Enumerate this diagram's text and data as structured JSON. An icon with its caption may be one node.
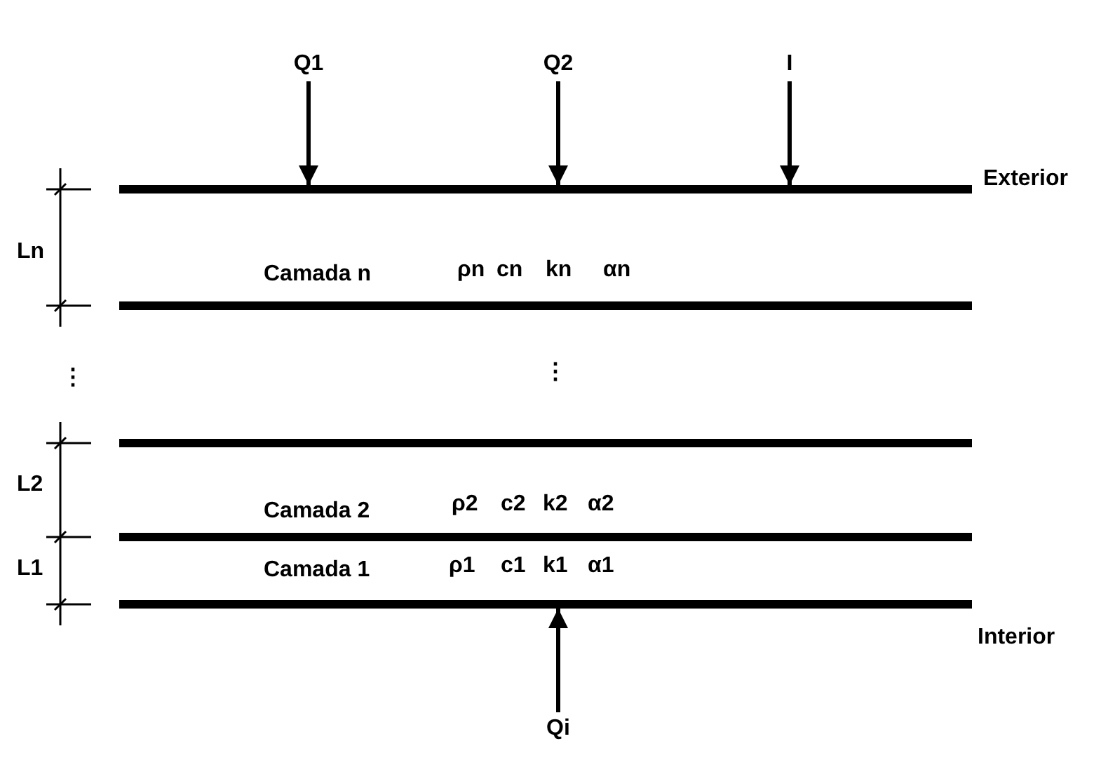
{
  "diagram": {
    "nodes": [
      {
        "text": [
          "Q1"
        ]
      },
      {
        "text": [
          "Q2"
        ]
      },
      {
        "text": [
          "I"
        ]
      },
      {
        "text": [],
        "shape": "bar",
        "beside": [
          "Exterior"
        ]
      },
      {
        "text": [],
        "shape": "bar"
      },
      {
        "text": [],
        "shape": "bar"
      },
      {
        "text": [],
        "shape": "bar"
      },
      {
        "text": [],
        "shape": "bar",
        "beside": [
          "Interior"
        ]
      },
      {
        "text": [
          "Qi"
        ]
      }
    ],
    "edges": [
      {
        "from": 0,
        "to": 3,
        "arrow": "to"
      },
      {
        "from": 1,
        "to": 3,
        "arrow": "to"
      },
      {
        "from": 2,
        "to": 3,
        "arrow": "to"
      },
      {
        "from": 8,
        "to": 7,
        "arrow": "to"
      }
    ],
    "labels": [
      "Ln",
      "Camada n",
      "ρn",
      "cn",
      "kn",
      "αn",
      "⋮",
      "⋮",
      "L2",
      "Camada 2",
      "ρ2",
      "c2",
      "k2",
      "α2",
      "L1",
      "Camada 1",
      "ρ1",
      "c1",
      "k1",
      "α1"
    ]
  }
}
